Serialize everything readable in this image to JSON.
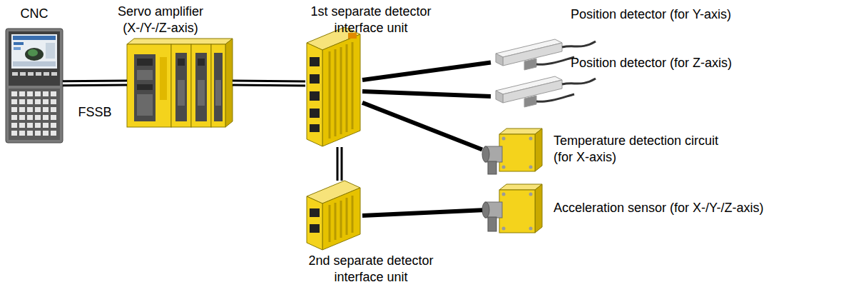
{
  "diagram": {
    "nodes": [
      {
        "text": [
          "CNC"
        ]
      },
      {
        "text": [
          "Servo amplifier (X-/Y-/Z-axis)"
        ]
      },
      {
        "text": [
          "1st separate detector interface unit"
        ]
      },
      {
        "text": [
          "Position detector (for Y-axis)"
        ]
      },
      {
        "text": [
          "Position detector (for Z-axis)"
        ]
      },
      {
        "text": [
          "Temperature detection circuit (for X-axis)"
        ]
      },
      {
        "text": [
          "Acceleration sensor (for X-/Y-/Z-axis)"
        ]
      },
      {
        "text": [
          "2nd separate detector interface unit"
        ]
      }
    ],
    "edges": [
      {
        "from": 0,
        "to": 1,
        "arrow": "none",
        "label": "FSSB"
      },
      {
        "from": 1,
        "to": 2,
        "arrow": "none"
      },
      {
        "from": 2,
        "to": 3,
        "arrow": "none"
      },
      {
        "from": 2,
        "to": 4,
        "arrow": "none"
      },
      {
        "from": 2,
        "to": 5,
        "arrow": "none"
      },
      {
        "from": 2,
        "to": 7,
        "arrow": "none"
      },
      {
        "from": 7,
        "to": 6,
        "arrow": "none"
      }
    ]
  }
}
